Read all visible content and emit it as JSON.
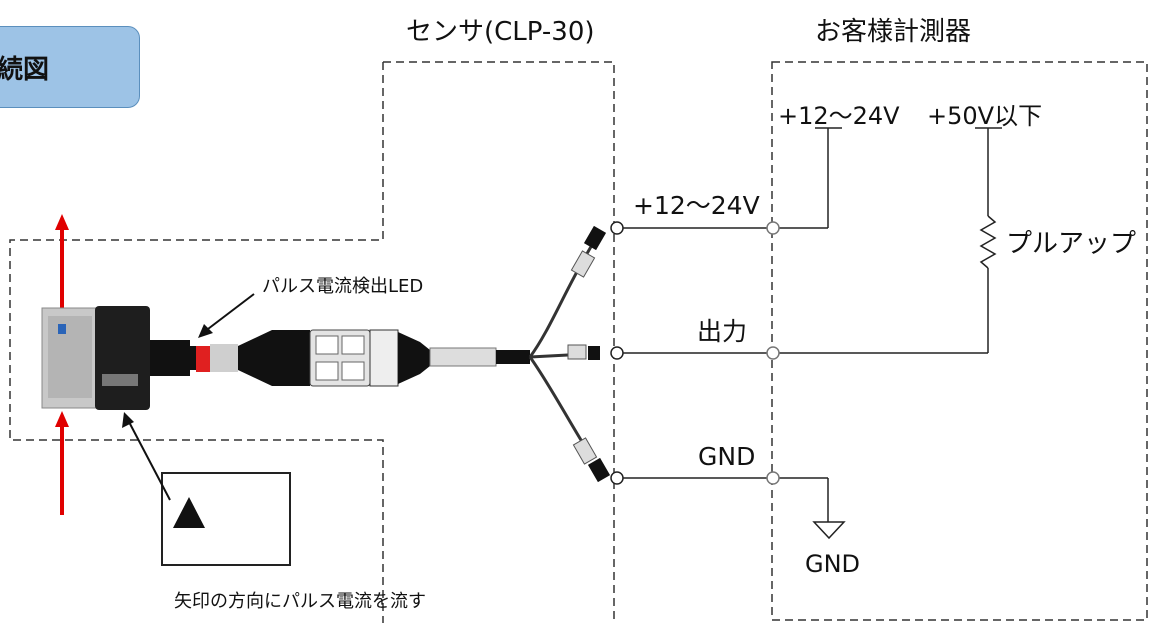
{
  "title_tab": {
    "text": "続図"
  },
  "sensor_box": {
    "title": "センサ(CLP-30)"
  },
  "customer_box": {
    "title": "お客様計測器"
  },
  "wires": {
    "power_label": "+12〜24V",
    "output_label": "出力",
    "gnd_label": "GND"
  },
  "customer": {
    "supply_label": "+12〜24V",
    "pullup_supply_label": "+50V以下",
    "pullup_label": "プルアップ",
    "ground_label": "GND"
  },
  "callouts": {
    "led_label": "パルス電流検出LED",
    "direction_label": "矢印の方向にパルス電流を流す"
  },
  "colors": {
    "arrow": "#e00000",
    "title_tab_bg": "#9dc3e6",
    "line": "#222222"
  }
}
